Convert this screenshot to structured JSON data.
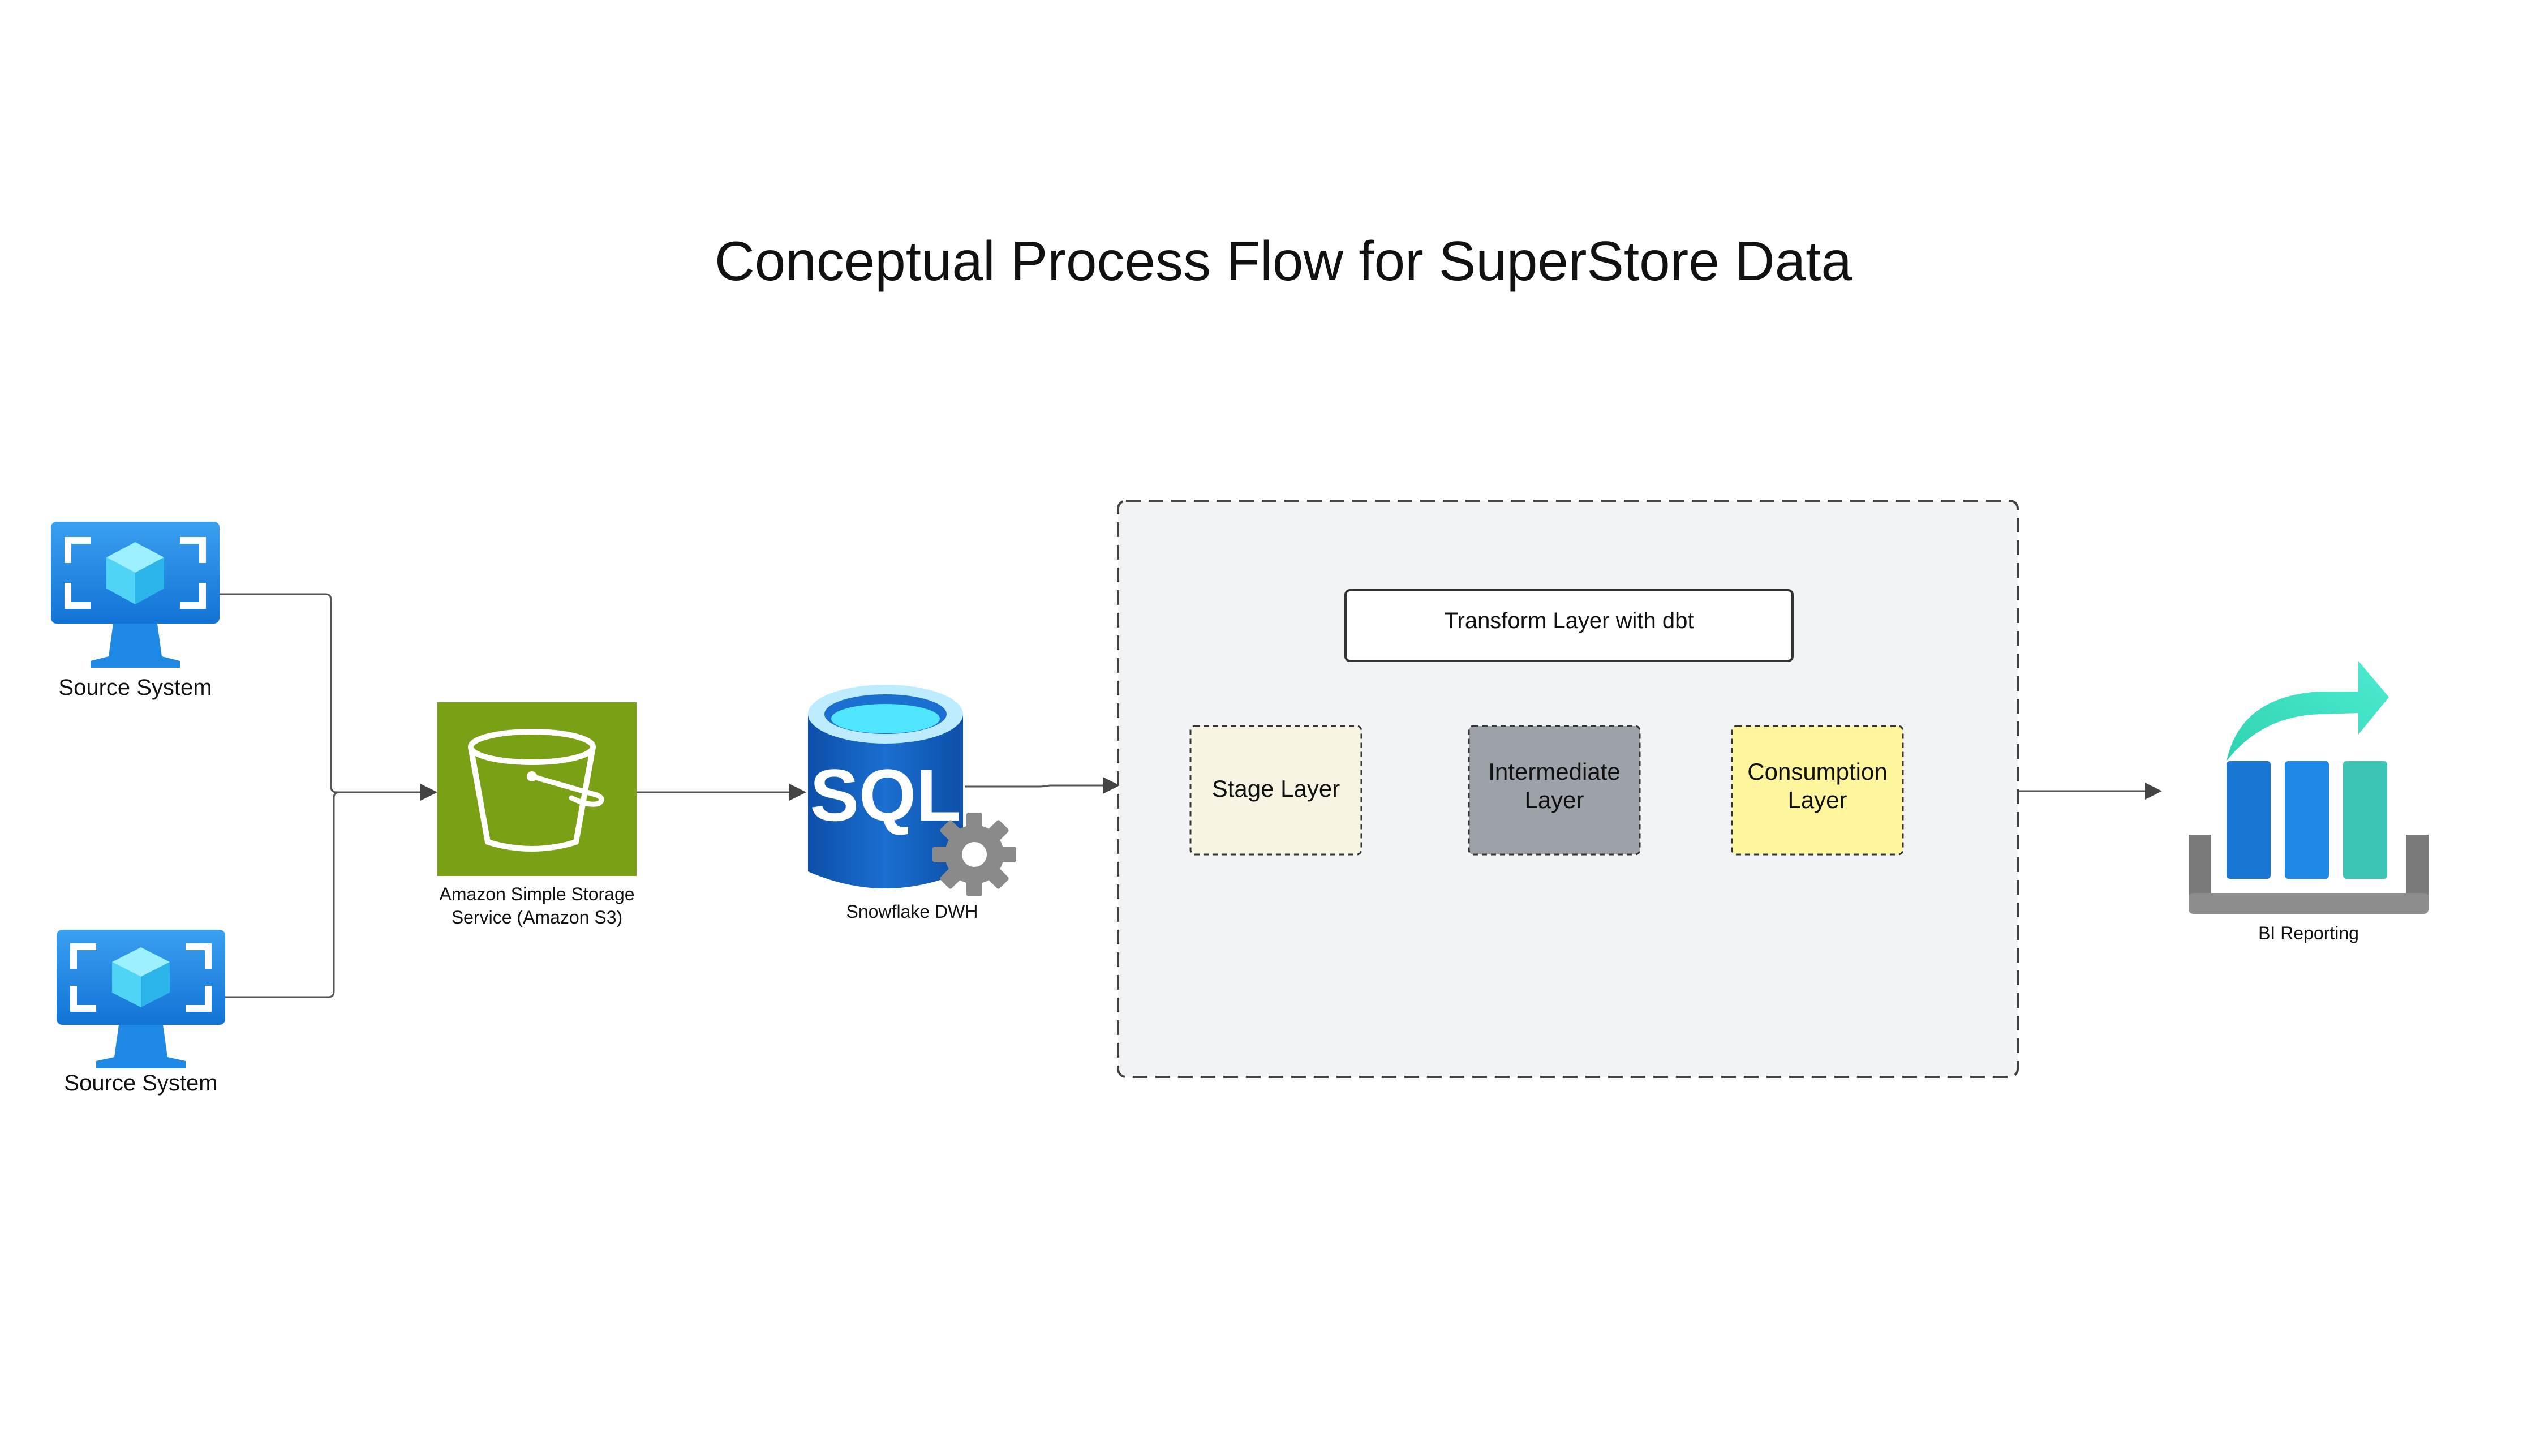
{
  "title": "Conceptual Process Flow for SuperStore Data",
  "nodes": {
    "source_top": {
      "label": "Source System",
      "icon": "virtual-machine-icon"
    },
    "source_bottom": {
      "label": "Source System",
      "icon": "virtual-machine-icon"
    },
    "s3": {
      "label_line1": "Amazon Simple Storage",
      "label_line2": "Service (Amazon S3)",
      "icon": "s3-bucket-icon"
    },
    "snowflake": {
      "label": "Snowflake DWH",
      "icon": "sql-database-icon",
      "icon_text": "SQL"
    },
    "transform": {
      "label": "Transform Layer with dbt"
    },
    "stage": {
      "label": "Stage Layer"
    },
    "intermediate": {
      "label_line1": "Intermediate",
      "label_line2": "Layer"
    },
    "consumption": {
      "label_line1": "Consumption",
      "label_line2": "Layer"
    },
    "bi": {
      "label": "BI Reporting",
      "icon": "bi-report-chart-icon"
    }
  },
  "colors": {
    "vm_blue": "#1E90E8",
    "s3_green": "#7AA116",
    "sql_blue": "#1565C0",
    "sql_cyan": "#50E6FF",
    "gear_gray": "#8A8A8A",
    "group_fill": "#F2F3F5",
    "stage_fill": "#F7F4E4",
    "intermediate_fill": "#9DA1A8",
    "consumption_fill": "#FFF59D",
    "bi_teal": "#3FE5C4",
    "edge": "#555555"
  }
}
